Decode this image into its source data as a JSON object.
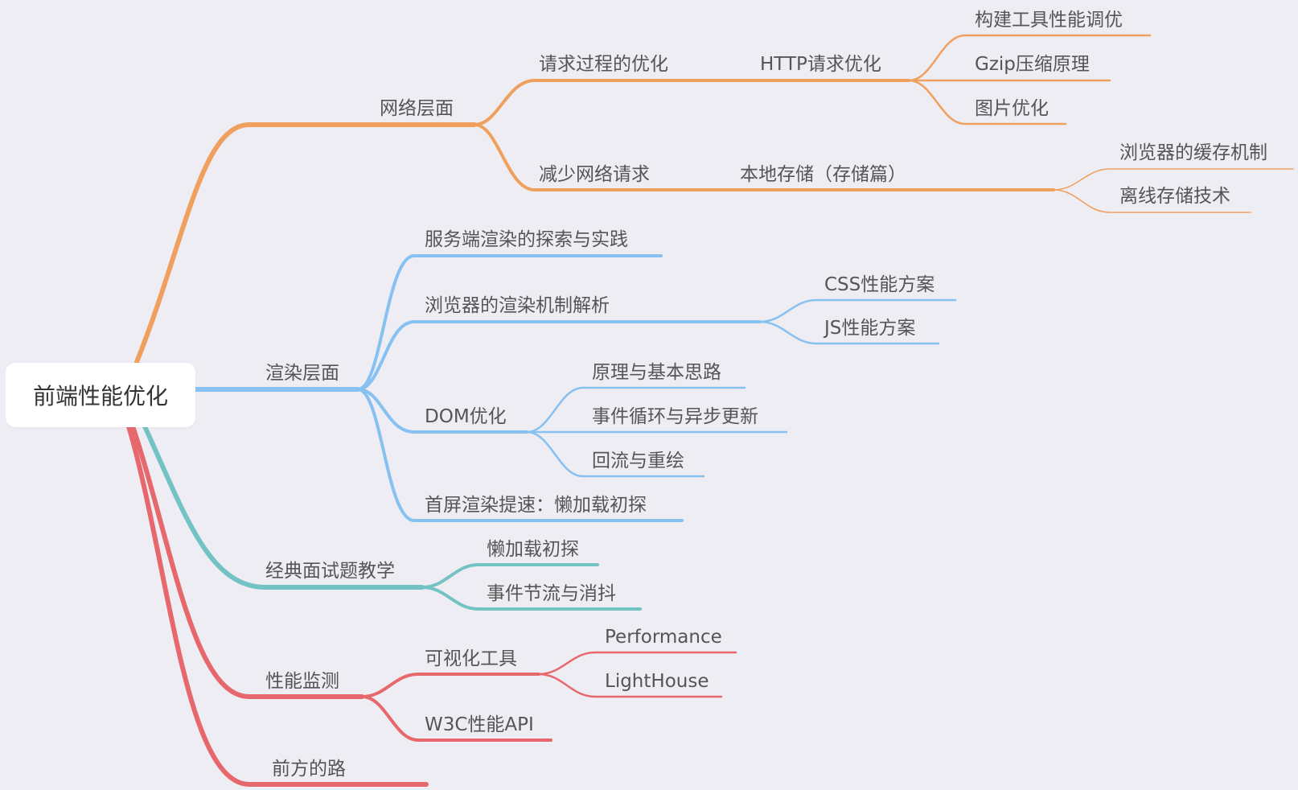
{
  "root": {
    "label": "前端性能优化"
  },
  "colors": {
    "network": "#f0a05e",
    "render": "#86c1f2",
    "interview": "#74c3c4",
    "monitor": "#e6686d",
    "text": "#555555",
    "background": "#eeedf3"
  },
  "branches": [
    {
      "label": "网络层面",
      "color": "network",
      "children": [
        {
          "label": "请求过程的优化",
          "children": [
            {
              "label": "HTTP请求优化",
              "children": [
                {
                  "label": "构建工具性能调优"
                },
                {
                  "label": "Gzip压缩原理"
                },
                {
                  "label": "图片优化"
                }
              ]
            }
          ]
        },
        {
          "label": "减少网络请求",
          "children": [
            {
              "label": "本地存储（存储篇）",
              "children": [
                {
                  "label": "浏览器的缓存机制"
                },
                {
                  "label": "离线存储技术"
                }
              ]
            }
          ]
        }
      ]
    },
    {
      "label": "渲染层面",
      "color": "render",
      "children": [
        {
          "label": "服务端渲染的探索与实践"
        },
        {
          "label": "浏览器的渲染机制解析",
          "children": [
            {
              "label": "CSS性能方案"
            },
            {
              "label": "JS性能方案"
            }
          ]
        },
        {
          "label": "DOM优化",
          "children": [
            {
              "label": "原理与基本思路"
            },
            {
              "label": "事件循环与异步更新"
            },
            {
              "label": "回流与重绘"
            }
          ]
        },
        {
          "label": "首屏渲染提速：懒加载初探"
        }
      ]
    },
    {
      "label": "经典面试题教学",
      "color": "interview",
      "children": [
        {
          "label": "懒加载初探"
        },
        {
          "label": "事件节流与消抖"
        }
      ]
    },
    {
      "label": "性能监测",
      "color": "monitor",
      "children": [
        {
          "label": "可视化工具",
          "children": [
            {
              "label": "Performance"
            },
            {
              "label": "LightHouse"
            }
          ]
        },
        {
          "label": "W3C性能API"
        }
      ]
    },
    {
      "label": "前方的路",
      "color": "monitor"
    }
  ]
}
